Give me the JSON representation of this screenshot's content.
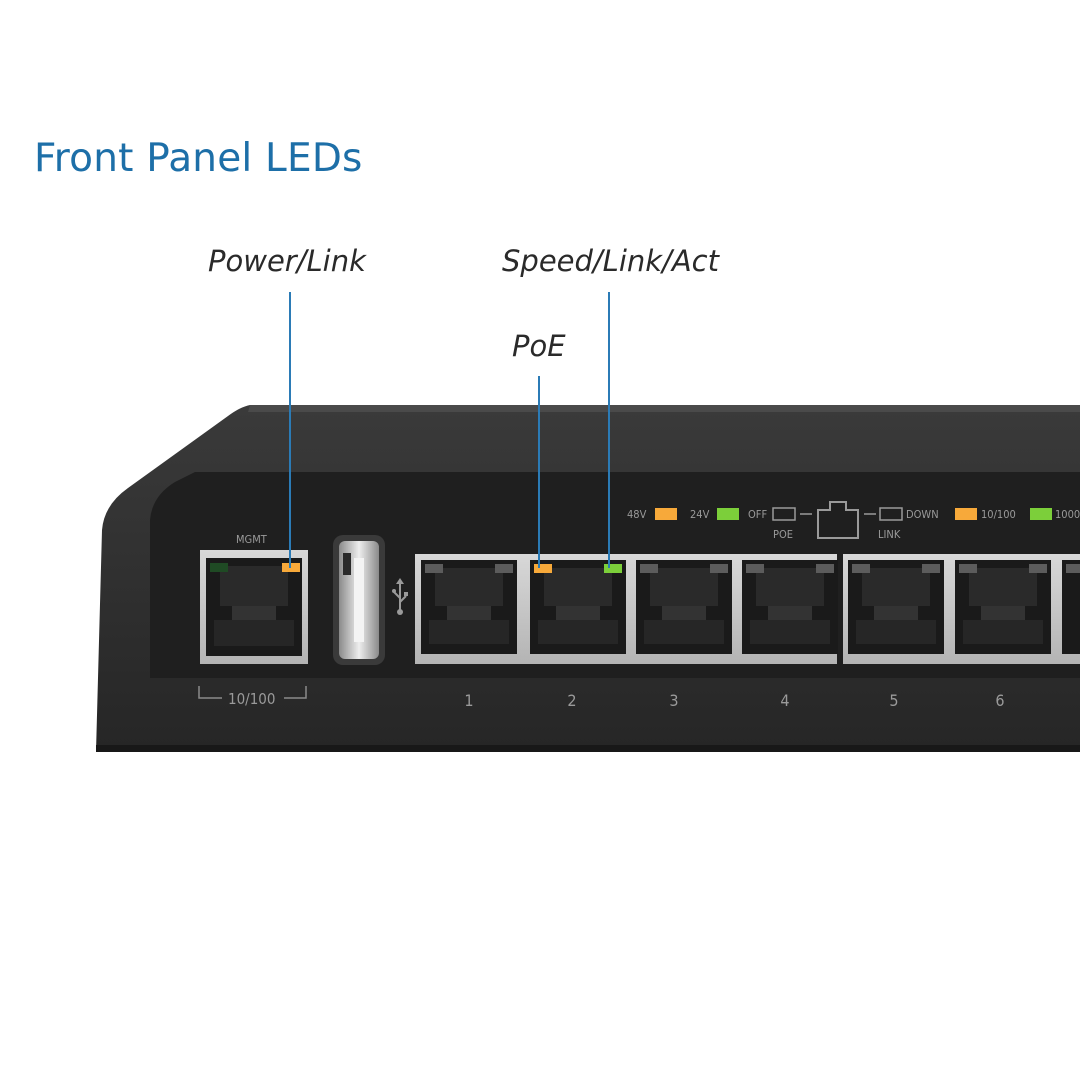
{
  "title": "Front Panel LEDs",
  "callouts": {
    "power_link": "Power/Link",
    "speed_link_act": "Speed/Link/Act",
    "poe": "PoE"
  },
  "panel": {
    "mgmt_label": "MGMT",
    "mgmt_speed": "10/100",
    "port_numbers": [
      "1",
      "2",
      "3",
      "4",
      "5",
      "6"
    ],
    "legend": {
      "v48": "48V",
      "v24": "24V",
      "off": "OFF",
      "poe": "POE",
      "down": "DOWN",
      "link": "LINK",
      "s10_100": "10/100",
      "s1000": "1000"
    }
  },
  "colors": {
    "title": "#1d6fa8",
    "leader": "#2b7bb6",
    "led_orange": "#f7a93a",
    "led_green": "#7ccf3a",
    "led_off": "#5c5c5c",
    "led_dark_green": "#1f4a24"
  },
  "icons": {
    "usb_symbol": "usb-icon",
    "port_symbol": "ethernet-port-icon"
  }
}
